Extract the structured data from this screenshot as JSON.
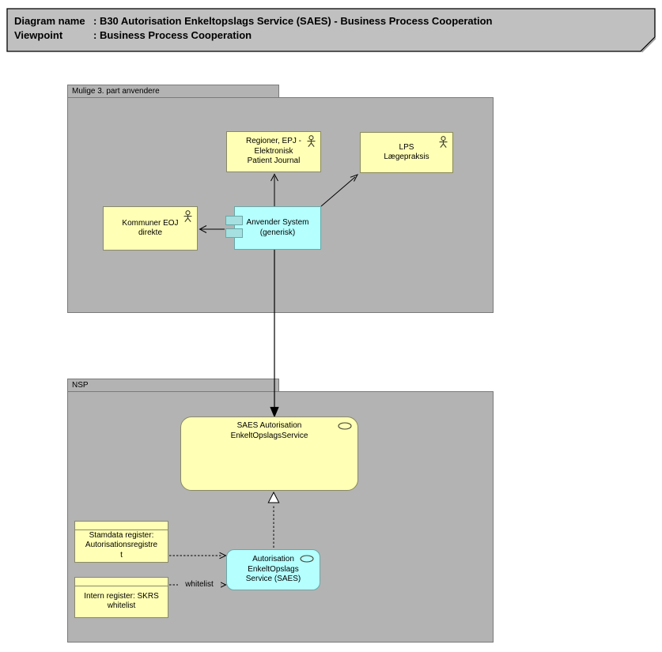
{
  "title_note": {
    "rows": [
      {
        "label": "Diagram name",
        "value": ": B30 Autorisation Enkeltopslags Service (SAES) - Business Process Cooperation"
      },
      {
        "label": "Viewpoint",
        "value": ": Business Process Cooperation"
      }
    ]
  },
  "groups": {
    "third_party": {
      "label": "Mulige 3. part anvendere"
    },
    "nsp": {
      "label": "NSP"
    }
  },
  "nodes": {
    "regioner": {
      "label": "Regioner, EPJ -\nElektronisk\nPatient Journal"
    },
    "lps": {
      "label": "LPS\nLægepraksis"
    },
    "kommuner": {
      "label": "Kommuner EOJ\ndirekte"
    },
    "anvender": {
      "label": "Anvender System\n(generisk)"
    },
    "saes": {
      "label": "SAES Autorisation\nEnkeltOpslagsService"
    },
    "autorisation": {
      "label": "Autorisation\nEnkeltOpslags\nService (SAES)"
    },
    "stamdata": {
      "label": "Stamdata register:\nAutorisationsregistre\nt"
    },
    "intern": {
      "label": "Intern register: SKRS\nwhitelist"
    }
  },
  "relations": {
    "whitelist_label": "whitelist"
  },
  "icons": [
    "actor-icon",
    "component-icon",
    "service-icon",
    "note-fold"
  ],
  "colors": {
    "business_fill": "#ffffb5",
    "business_line": "#8a8a62",
    "application_fill": "#b5ffff",
    "application_line": "#6aa8a8",
    "group_fill": "#b3b3b3",
    "group_line": "#7a7a7a",
    "note_fill": "#c0c0c0",
    "note_line": "#000000",
    "connector": "#000000"
  }
}
